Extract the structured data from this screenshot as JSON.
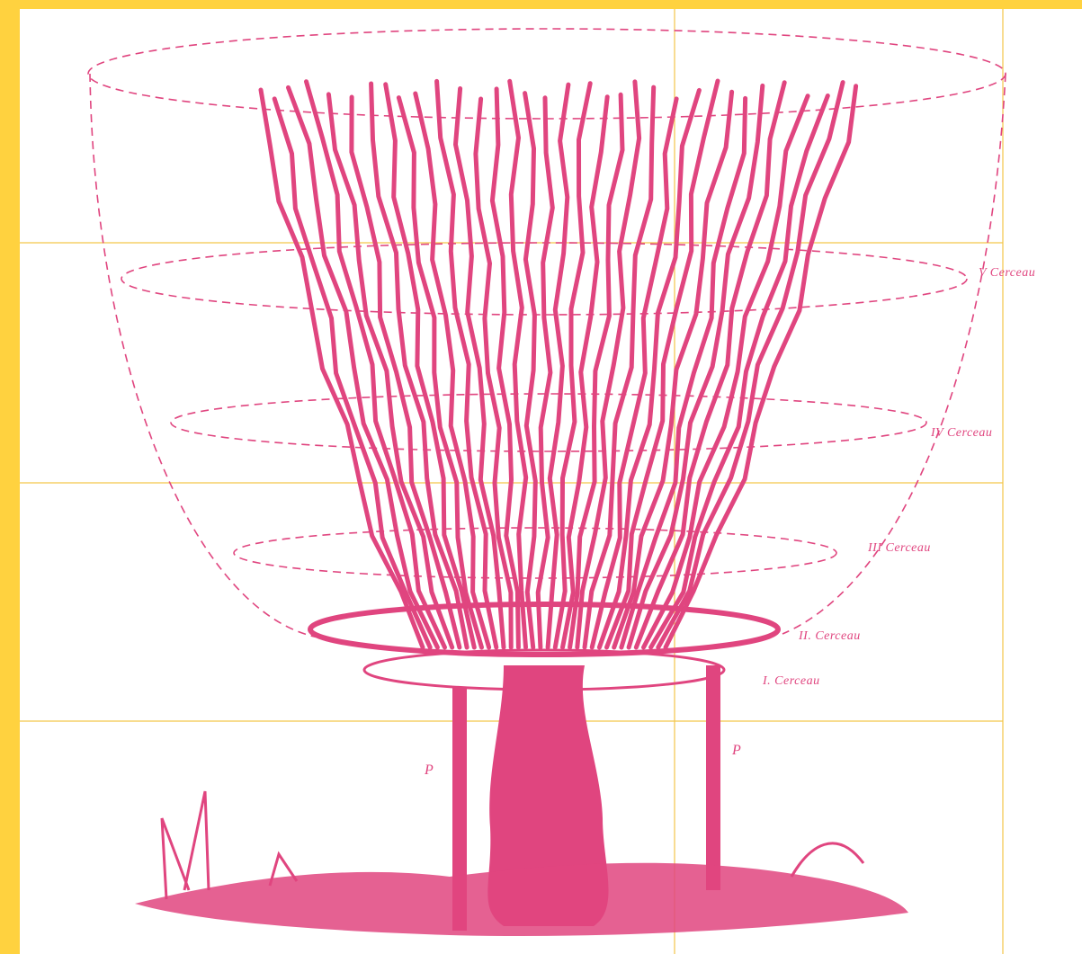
{
  "plate": {
    "colors": {
      "ink": "#e0457f",
      "background": "#ffd23f",
      "paper": "#ffffff",
      "guide": "#f3c64a"
    },
    "labels": {
      "cerceau_5": "V Cerceau",
      "cerceau_4": "IV Cerceau",
      "cerceau_3": "III Cerceau",
      "cerceau_2": "II. Cerceau",
      "cerceau_1": "I. Cerceau",
      "post_left": "P",
      "post_right": "P"
    }
  }
}
